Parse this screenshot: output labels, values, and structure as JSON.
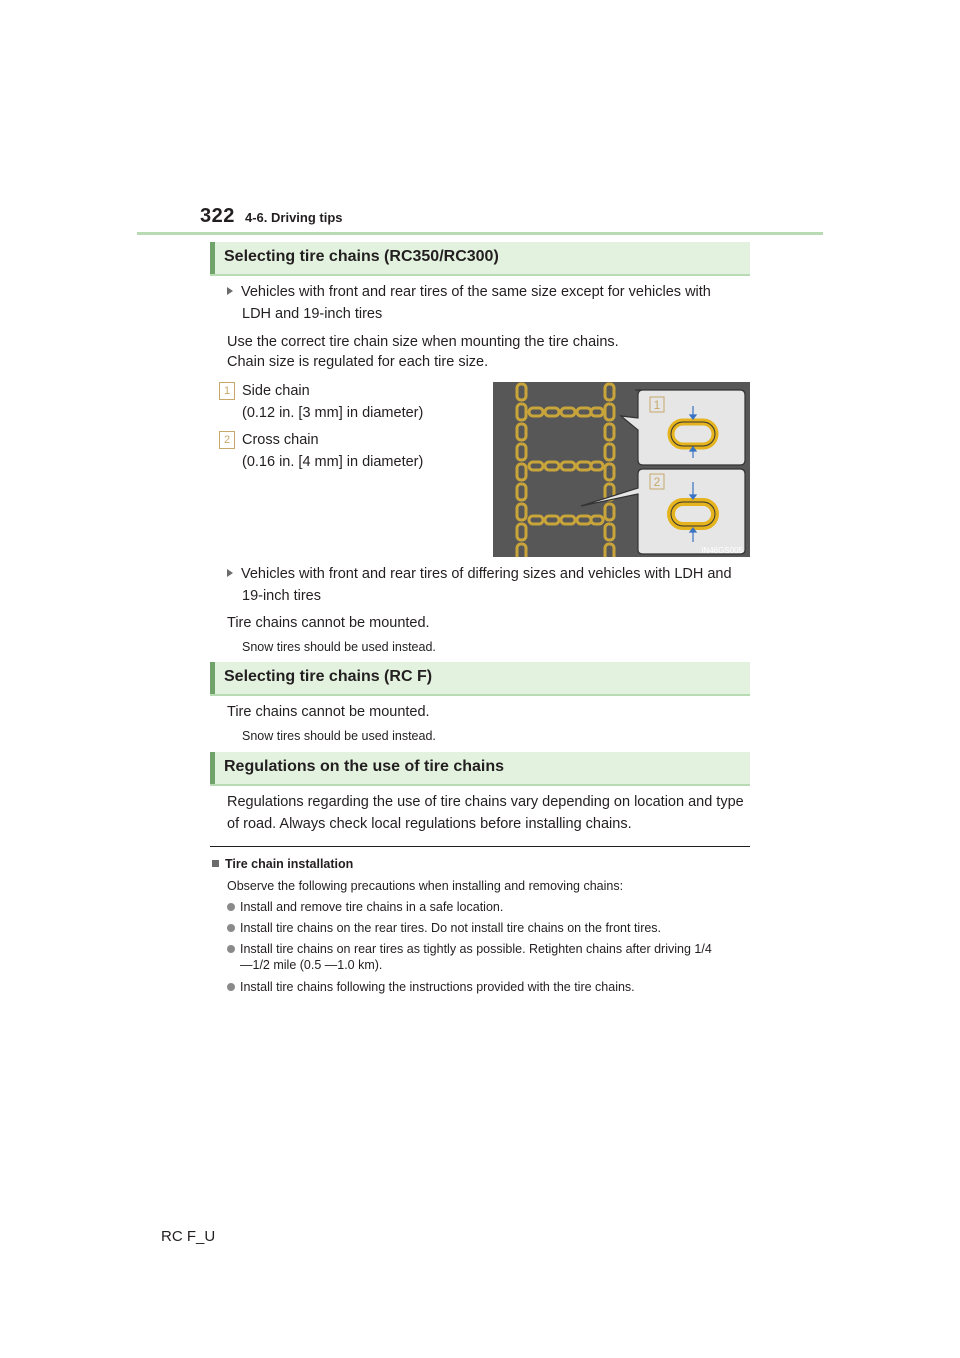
{
  "header": {
    "page_number": "322",
    "section": "4-6. Driving tips"
  },
  "sections": [
    {
      "heading": "Selecting tire chains (RC350/RC300)",
      "bullet1": {
        "line1": "Vehicles with front and rear tires of the same size except for vehicles with",
        "line2": "LDH and 19-inch tires"
      },
      "para1": "Use the correct tire chain size when mounting the tire chains.",
      "para2": "Chain size is regulated for each tire size.",
      "items": [
        {
          "num": "1",
          "title": "Side chain",
          "detail": "(0.12 in. [3 mm] in diameter)"
        },
        {
          "num": "2",
          "title": "Cross chain",
          "detail": "(0.16 in. [4 mm] in diameter)"
        }
      ],
      "figure": {
        "callout1": "1",
        "callout2": "2",
        "code": "IN46GS005"
      },
      "bullet2": {
        "line1": "Vehicles with front and rear tires of differing sizes and vehicles with LDH and",
        "line2": "19-inch tires"
      },
      "para3": "Tire chains cannot be mounted.",
      "small": "Snow tires should be used instead."
    },
    {
      "heading": "Selecting tire chains (RC F)",
      "para": "Tire chains cannot be mounted.",
      "small": "Snow tires should be used instead."
    },
    {
      "heading": "Regulations on the use of tire chains",
      "line1": "Regulations regarding the use of tire chains vary depending on location and type",
      "line2": "of road. Always check local regulations before installing chains."
    }
  ],
  "notes": {
    "title": "Tire chain installation",
    "intro": "Observe the following precautions when installing and removing chains:",
    "items": [
      "Install and remove tire chains in a safe location.",
      "Install tire chains on the rear tires. Do not install tire chains on the front tires.",
      "Install tire chains on rear tires as tightly as possible. Retighten chains after driving 1/4",
      "—1/2 mile (0.5 —1.0 km).",
      "Install tire chains following the instructions provided with the tire chains."
    ]
  },
  "footer": "RC F_U",
  "colors": {
    "accent_green": "#6fa36a",
    "heading_bg": "#e3f1df",
    "chain_gold": "#c8a43a"
  }
}
